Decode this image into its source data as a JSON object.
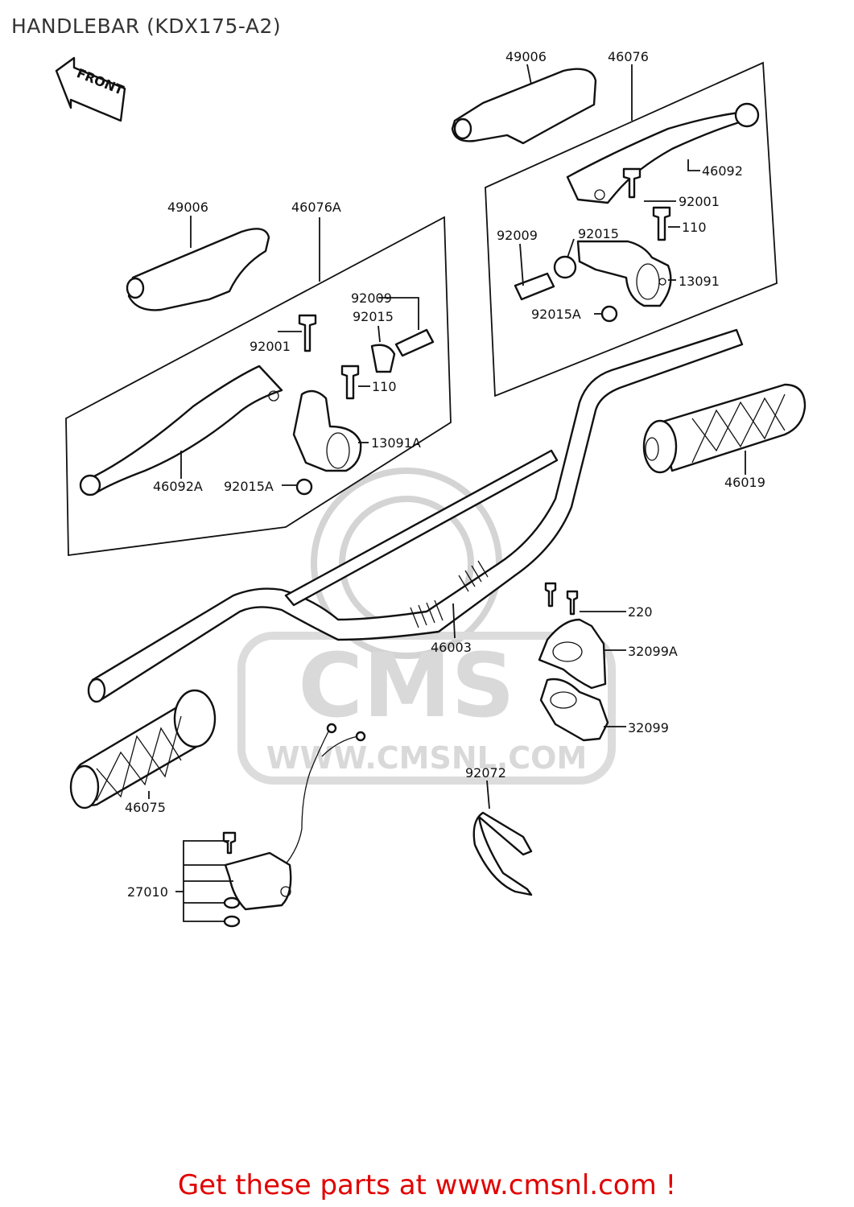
{
  "title": "HANDLEBAR (KDX175-A2)",
  "front_label": "FRONT",
  "watermark": {
    "brand": "CMS",
    "url": "WWW.CMSNL.COM"
  },
  "labels": {
    "p49006_right": "49006",
    "p46076": "46076",
    "p46092": "46092",
    "p92001_right": "92001",
    "p110_right": "110",
    "p92009_right": "92009",
    "p92015_right": "92015",
    "p13091": "13091",
    "p92015A_right": "92015A",
    "p49006_left": "49006",
    "p46076A": "46076A",
    "p92009_left": "92009",
    "p92015_left": "92015",
    "p92001_left": "92001",
    "p110_left": "110",
    "p13091A": "13091A",
    "p46092A": "46092A",
    "p92015A_left": "92015A",
    "p46019": "46019",
    "p220": "220",
    "p32099A": "32099A",
    "p46003": "46003",
    "p32099": "32099",
    "p92072": "92072",
    "p46075": "46075",
    "p27010": "27010"
  },
  "footer": "Get these parts at www.cmsnl.com !"
}
